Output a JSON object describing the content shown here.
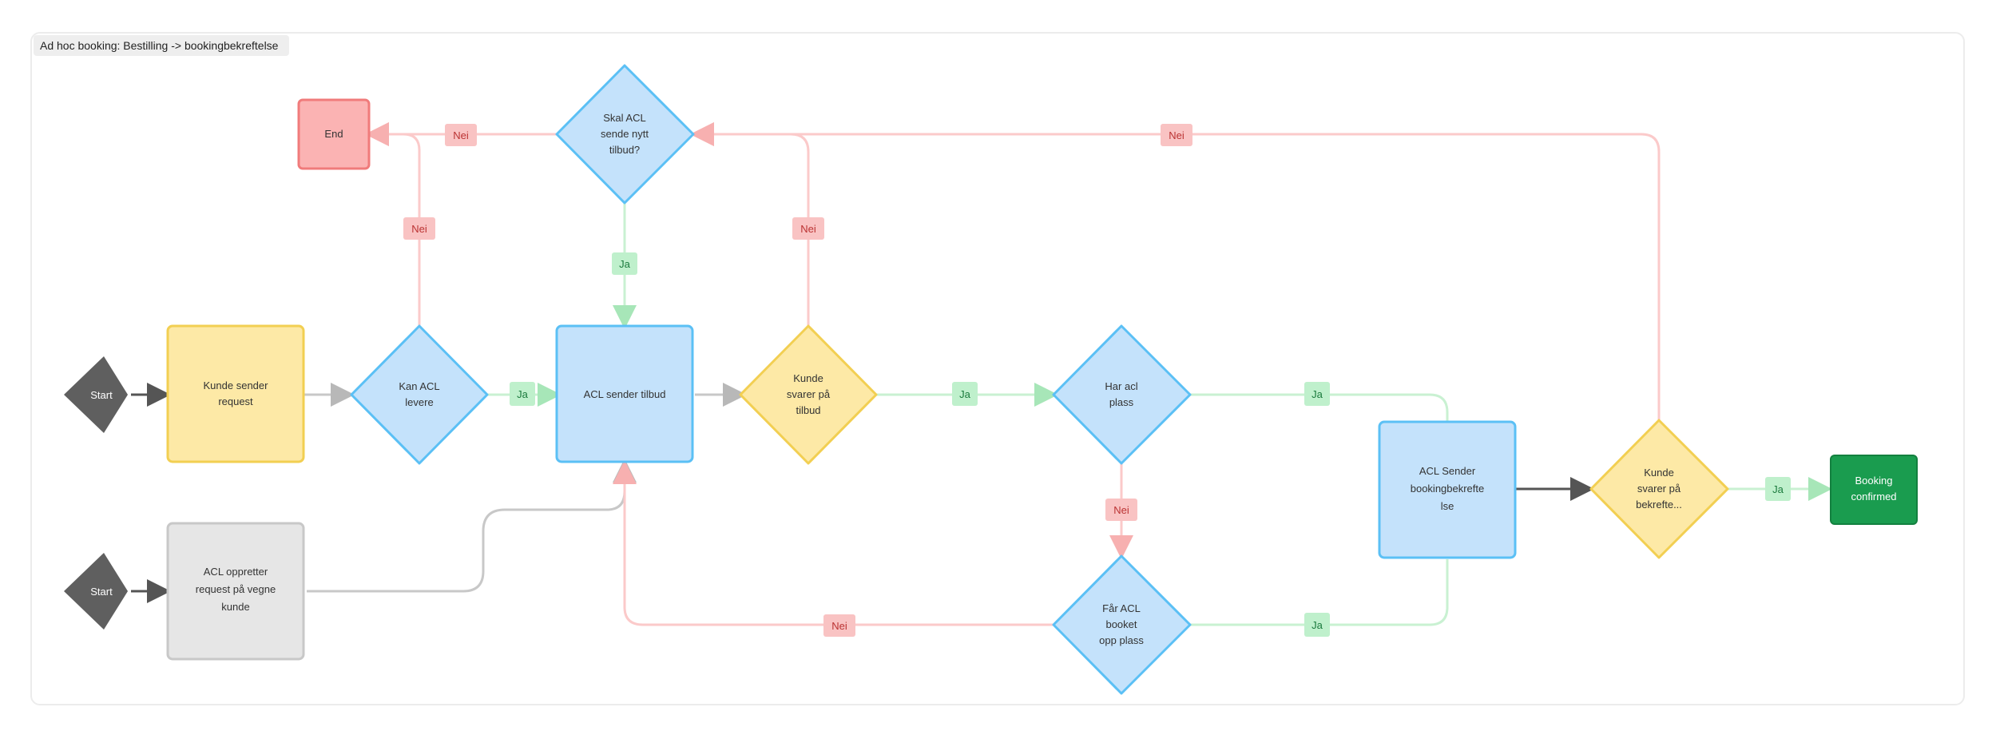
{
  "frame": {
    "title": "Ad hoc booking: Bestilling -> bookingbekreftelse"
  },
  "nodes": {
    "start1": "Start",
    "start2": "Start",
    "kunde_sender_request": "Kunde sender request",
    "acl_oppretter": "ACL oppretter request på vegne kunde",
    "kan_acl_levere": "Kan ACL levere",
    "acl_sender_tilbud": "ACL sender tilbud",
    "skal_acl_sende": "Skal ACL sende nytt tilbud?",
    "end": "End",
    "kunde_svarer_tilbud": "Kunde svarer på tilbud",
    "har_acl_plass": "Har acl plass",
    "faar_acl_booket": "Får ACL booket opp plass",
    "acl_sender_booking": "ACL Sender bookingbekrefte lse",
    "kunde_svarer_bekreftelse": "Kunde svarer på bekrefte...",
    "booking_confirmed": "Booking confirmed"
  },
  "labels": {
    "nei": "Nei",
    "ja": "Ja"
  },
  "colors": {
    "start": "#5f5f5f",
    "yellow_fill": "#fde9a6",
    "yellow_stroke": "#f2cf52",
    "blue_fill": "#c4e2fb",
    "blue_stroke": "#5bc0f5",
    "gray_fill": "#e6e6e6",
    "gray_stroke": "#c8c8c8",
    "end_fill": "#fbb3b3",
    "end_stroke": "#f07b7b",
    "green_fill": "#1a9c4f",
    "nei_line": "#fbcaca",
    "ja_line": "#c9f1d2",
    "nei_tag": "#f9c3c3",
    "ja_tag": "#bff0cc"
  }
}
